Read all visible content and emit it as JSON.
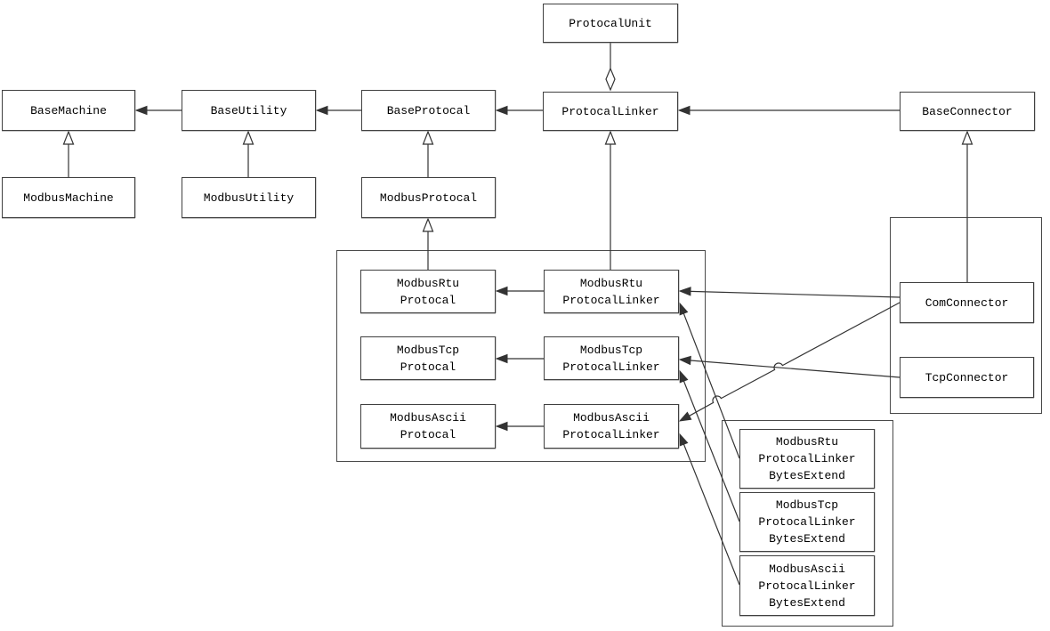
{
  "diagram": {
    "kind": "uml-class-diagram",
    "colors": {
      "background": "#ffffff",
      "box_fill": "#ffffff",
      "box_border": "#404040",
      "line": "#333333",
      "text": "#000000"
    },
    "nodes": {
      "protocal_unit": {
        "label": "ProtocalUnit"
      },
      "base_machine": {
        "label": "BaseMachine"
      },
      "base_utility": {
        "label": "BaseUtility"
      },
      "base_protocal": {
        "label": "BaseProtocal"
      },
      "protocal_linker": {
        "label": "ProtocalLinker"
      },
      "base_connector": {
        "label": "BaseConnector"
      },
      "modbus_machine": {
        "label": "ModbusMachine"
      },
      "modbus_utility": {
        "label": "ModbusUtility"
      },
      "modbus_protocal": {
        "label": "ModbusProtocal"
      },
      "modbus_rtu_protocal": {
        "lines": [
          "ModbusRtu",
          "Protocal"
        ]
      },
      "modbus_rtu_protocal_linker": {
        "lines": [
          "ModbusRtu",
          "ProtocalLinker"
        ]
      },
      "modbus_tcp_protocal": {
        "lines": [
          "ModbusTcp",
          "Protocal"
        ]
      },
      "modbus_tcp_protocal_linker": {
        "lines": [
          "ModbusTcp",
          "ProtocalLinker"
        ]
      },
      "modbus_ascii_protocal": {
        "lines": [
          "ModbusAscii",
          "Protocal"
        ]
      },
      "modbus_ascii_protocal_linker": {
        "lines": [
          "ModbusAscii",
          "ProtocalLinker"
        ]
      },
      "com_connector": {
        "label": "ComConnector"
      },
      "tcp_connector": {
        "label": "TcpConnector"
      },
      "modbus_rtu_protocal_linker_bytes_extend": {
        "lines": [
          "ModbusRtu",
          "ProtocalLinker",
          "BytesExtend"
        ]
      },
      "modbus_tcp_protocal_linker_bytes_extend": {
        "lines": [
          "ModbusTcp",
          "ProtocalLinker",
          "BytesExtend"
        ]
      },
      "modbus_ascii_protocal_linker_bytes_extend": {
        "lines": [
          "ModbusAscii",
          "ProtocalLinker",
          "BytesExtend"
        ]
      }
    },
    "edges": [
      {
        "from": "ProtocalUnit",
        "to": "ProtocalLinker",
        "type": "aggregation",
        "diamond_at": "ProtocalLinker"
      },
      {
        "from": "BaseUtility",
        "to": "BaseMachine",
        "type": "directed-association"
      },
      {
        "from": "BaseProtocal",
        "to": "BaseUtility",
        "type": "directed-association"
      },
      {
        "from": "ProtocalLinker",
        "to": "BaseProtocal",
        "type": "directed-association"
      },
      {
        "from": "BaseConnector",
        "to": "ProtocalLinker",
        "type": "directed-association"
      },
      {
        "from": "ModbusMachine",
        "to": "BaseMachine",
        "type": "generalization"
      },
      {
        "from": "ModbusUtility",
        "to": "BaseUtility",
        "type": "generalization"
      },
      {
        "from": "ModbusProtocal",
        "to": "BaseProtocal",
        "type": "generalization"
      },
      {
        "from": "ModbusRtuProtocal",
        "to": "ModbusProtocal",
        "type": "generalization"
      },
      {
        "from": "ModbusRtuProtocalLinker",
        "to": "ProtocalLinker",
        "type": "generalization"
      },
      {
        "from": "ComConnector",
        "to": "BaseConnector",
        "type": "generalization"
      },
      {
        "from": "ModbusRtuProtocalLinker",
        "to": "ModbusRtuProtocal",
        "type": "directed-association"
      },
      {
        "from": "ModbusTcpProtocalLinker",
        "to": "ModbusTcpProtocal",
        "type": "directed-association"
      },
      {
        "from": "ModbusAsciiProtocalLinker",
        "to": "ModbusAsciiProtocal",
        "type": "directed-association"
      },
      {
        "from": "ComConnector",
        "to": "ModbusRtuProtocalLinker",
        "type": "directed-association"
      },
      {
        "from": "ComConnector",
        "to": "ModbusAsciiProtocalLinker",
        "type": "directed-association"
      },
      {
        "from": "TcpConnector",
        "to": "ModbusTcpProtocalLinker",
        "type": "directed-association"
      },
      {
        "from": "ModbusRtuProtocalLinkerBytesExtend",
        "to": "ModbusRtuProtocalLinker",
        "type": "directed-association"
      },
      {
        "from": "ModbusTcpProtocalLinkerBytesExtend",
        "to": "ModbusTcpProtocalLinker",
        "type": "directed-association"
      },
      {
        "from": "ModbusAsciiProtocalLinkerBytesExtend",
        "to": "ModbusAsciiProtocalLinker",
        "type": "directed-association"
      }
    ]
  }
}
